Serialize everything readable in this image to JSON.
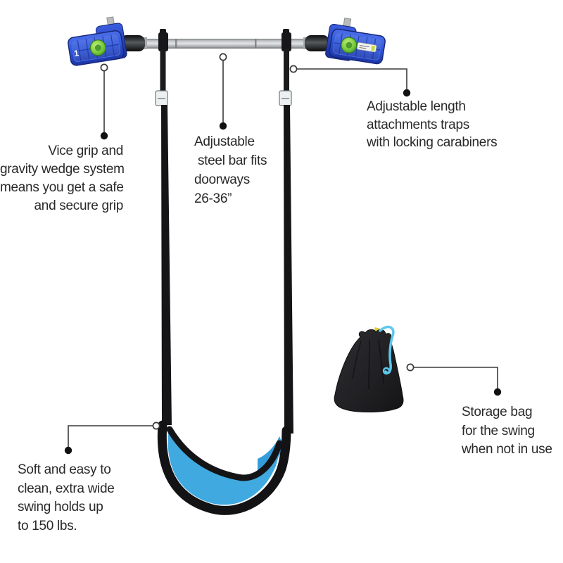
{
  "figure": {
    "clamp_number_label": "1"
  },
  "annotations": {
    "vice_grip": {
      "lines": [
        "Vice grip and",
        "gravity wedge system",
        "means you get a safe",
        "and secure grip"
      ]
    },
    "steel_bar": {
      "lines": [
        "Adjustable",
        " steel bar fits",
        "doorways",
        "26-36”"
      ]
    },
    "attachments": {
      "lines": [
        "Adjustable length",
        "attachments traps",
        "with locking carabiners"
      ]
    },
    "storage_bag": {
      "lines": [
        "Storage bag",
        "for the swing",
        "when not in use"
      ]
    },
    "swing_seat": {
      "lines": [
        "Soft and easy to",
        "clean, extra wide",
        "swing holds up",
        "to 150 lbs."
      ]
    }
  },
  "colors": {
    "text": "#2a292a",
    "callout_line": "#3a3a3a",
    "bar_silver": "#c9ccce",
    "clamp_blue": "#2e55d6",
    "dial_green": "#7ccb3f",
    "strap_black": "#151518",
    "seat_blue": "#3fa9e0",
    "bag_black": "#212124",
    "drawstring_cyan": "#5cc8ee",
    "tag_yellow": "#dfcb3b"
  }
}
